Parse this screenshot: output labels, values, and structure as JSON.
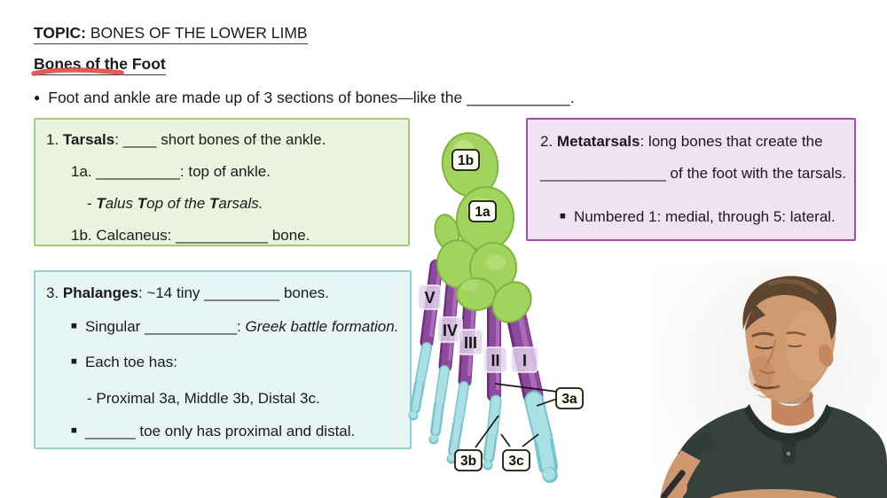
{
  "page": {
    "topic_label": "TOPIC:",
    "topic_title": "BONES OF THE LOWER LIMB",
    "subtitle": "Bones of the Foot",
    "intro_marker": "●",
    "intro_text": "Foot and ankle are made up of 3 sections of bones—like the ____________."
  },
  "glyphs": {
    "square_bullet": "■"
  },
  "tarsals_box": {
    "number": "1.",
    "term": "Tarsals",
    "after_term": ": ____ short bones of the ankle.",
    "line_1a": "1a. __________: top of ankle.",
    "mnem_dash": "-",
    "mnem": {
      "t1": "T",
      "r1": "alus ",
      "t2": "T",
      "r2": "op of the ",
      "t3": "T",
      "r3": "arsals."
    },
    "line_1b": "1b. Calcaneus: ___________ bone."
  },
  "metatarsals_box": {
    "number": "2.",
    "term": "Metatarsals",
    "after_term": ": long bones that create the",
    "line2": "_______________ of the foot with the tarsals.",
    "bullet_text": "Numbered 1: medial, through 5: lateral."
  },
  "phalanges_box": {
    "number": "3.",
    "term": "Phalanges",
    "after_term": ": ~14 tiny _________ bones.",
    "bullet1_pre": "Singular ___________: ",
    "bullet1_italic": "Greek battle formation.",
    "bullet2": "Each toe has:",
    "sub_dash": "-",
    "sub_text": "Proximal 3a, Middle 3b, Distal 3c.",
    "bullet3": "______ toe only has proximal and distal."
  },
  "diagram": {
    "labels": {
      "t1b": "1b",
      "t1a": "1a",
      "m5": "V",
      "m4": "IV",
      "m3": "III",
      "m2": "II",
      "m1": "I",
      "p3a": "3a",
      "p3b": "3b",
      "p3c": "3c"
    },
    "colors": {
      "tarsal_green": "#a2d35c",
      "metatarsal_purple": "#8d4a9c",
      "phalanx_teal": "#aadfe4"
    }
  },
  "theme": {
    "red_marker": "#df4d4a",
    "green_box_border": "#a5cb7a",
    "purple_box_border": "#9b51a2",
    "teal_box_border": "#8fd2d8"
  }
}
